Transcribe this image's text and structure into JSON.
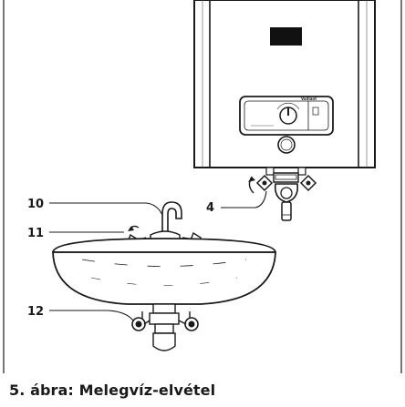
{
  "figure": {
    "caption": "5. ábra: Melegvíz-elvétel",
    "callouts": [
      {
        "id": "4",
        "text": "4"
      },
      {
        "id": "10",
        "text": "10"
      },
      {
        "id": "11",
        "text": "11"
      },
      {
        "id": "12",
        "text": "12"
      }
    ],
    "parts": {
      "heater": "water-heater",
      "control_knob": "temperature-knob",
      "outlet_valve": "outlet-valve",
      "faucet": "faucet-spout",
      "sink": "wash-basin"
    },
    "brand_mark": "Vaillant"
  }
}
